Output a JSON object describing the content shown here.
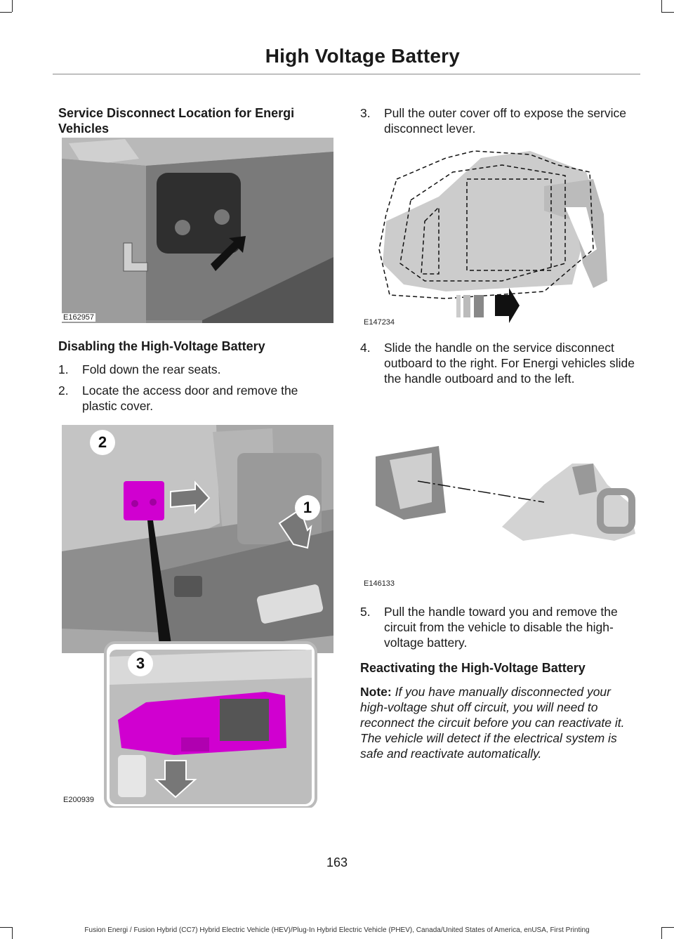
{
  "header": {
    "title": "High Voltage Battery"
  },
  "left": {
    "section1_title": "Service Disconnect Location for Energi Vehicles",
    "fig1_code": "E162957",
    "section2_title": "Disabling the High-Voltage Battery",
    "steps": [
      {
        "num": "1.",
        "text": "Fold down the rear seats."
      },
      {
        "num": "2.",
        "text": "Locate the access door and remove the plastic cover."
      }
    ],
    "fig2_code": "E200939",
    "fig2_callouts": [
      "2",
      "1",
      "3"
    ]
  },
  "right": {
    "steps": [
      {
        "num": "3.",
        "text": "Pull the outer cover off to expose the service disconnect lever."
      },
      {
        "num": "4.",
        "text": "Slide the handle on the service disconnect outboard to the right. For Energi vehicles slide the handle outboard and to the left."
      },
      {
        "num": "5.",
        "text": "Pull the handle toward you and remove the circuit from the vehicle to disable the high-voltage battery."
      }
    ],
    "fig3_code": "E147234",
    "fig4_code": "E146133",
    "section_title": "Reactivating the High-Voltage Battery",
    "note_label": "Note:",
    "note_text": "If you have manually disconnected your high-voltage shut off circuit, you will need to reconnect the circuit before you can reactivate it. The vehicle will detect if the electrical system is safe and reactivate automatically."
  },
  "page_number": "163",
  "footer": "Fusion Energi / Fusion Hybrid (CC7) Hybrid Electric Vehicle (HEV)/Plug-In Hybrid Electric Vehicle (PHEV), Canada/United States of America, enUSA, First Printing",
  "colors": {
    "highlight": "#d000d0",
    "rule": "#888888"
  }
}
